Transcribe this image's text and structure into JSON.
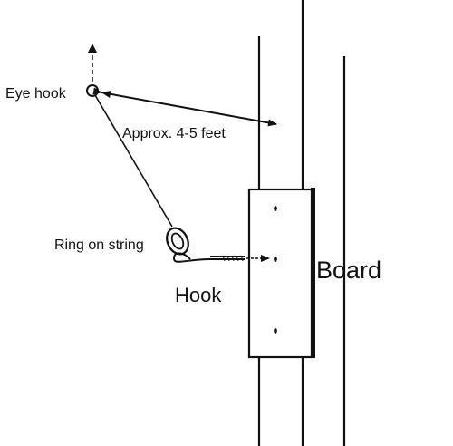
{
  "labels": {
    "eye_hook": "Eye hook",
    "distance": "Approx. 4-5 feet",
    "ring": "Ring on string",
    "hook": "Hook",
    "board": "Board"
  },
  "colors": {
    "ink": "#111111",
    "background": "#ffffff"
  }
}
